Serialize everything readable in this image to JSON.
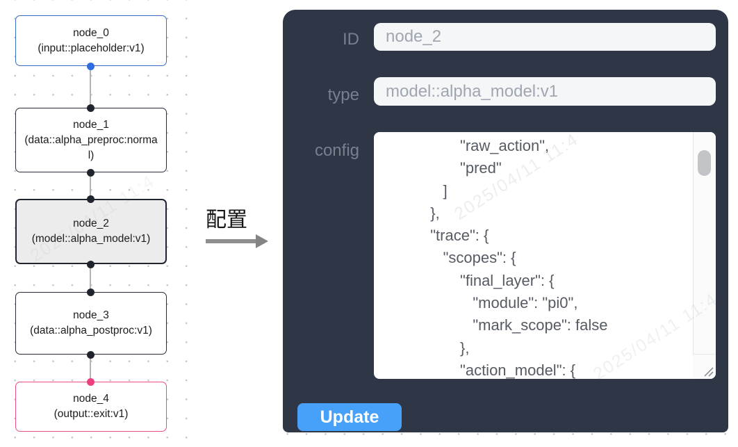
{
  "flow": {
    "nodes": [
      {
        "id": "node_0",
        "type": "(input::placeholder:v1)",
        "variant": "input",
        "border_color": "#3a6bc9"
      },
      {
        "id": "node_1",
        "type": "(data::alpha_preproc:normal)",
        "variant": "default",
        "border_color": "#272c38"
      },
      {
        "id": "node_2",
        "type": "(model::alpha_model:v1)",
        "variant": "selected",
        "border_color": "#20242e"
      },
      {
        "id": "node_3",
        "type": "(data::alpha_postproc:v1)",
        "variant": "default",
        "border_color": "#272c38"
      },
      {
        "id": "node_4",
        "type": "(output::exit:v1)",
        "variant": "output",
        "border_color": "#e94d83"
      }
    ],
    "edges": [
      {
        "from": "node_0",
        "to": "node_1"
      },
      {
        "from": "node_1",
        "to": "node_2"
      },
      {
        "from": "node_2",
        "to": "node_3"
      },
      {
        "from": "node_3",
        "to": "node_4"
      }
    ]
  },
  "annotation": {
    "label": "配置"
  },
  "panel": {
    "id_field": {
      "label": "ID",
      "value": "node_2"
    },
    "type_field": {
      "label": "type",
      "value": "model::alpha_model:v1"
    },
    "config_field": {
      "label": "config",
      "value": "                  \"raw_action\",\n                  \"pred\"\n              ]\n           },\n           \"trace\": {\n              \"scopes\": {\n                  \"final_layer\": {\n                     \"module\": \"pi0\",\n                     \"mark_scope\": false\n                  },\n                  \"action_model\": {"
    },
    "update_button": "Update"
  },
  "watermark": {
    "text": "2025/04/11 11:4"
  },
  "colors": {
    "panel_bg": "#2f3746",
    "button_blue": "#47a1f8",
    "input_node_blue": "#3a6bc9",
    "output_node_pink": "#e94d83",
    "selected_node_bg": "#ececec",
    "edge_gray": "#b3b3b3"
  }
}
